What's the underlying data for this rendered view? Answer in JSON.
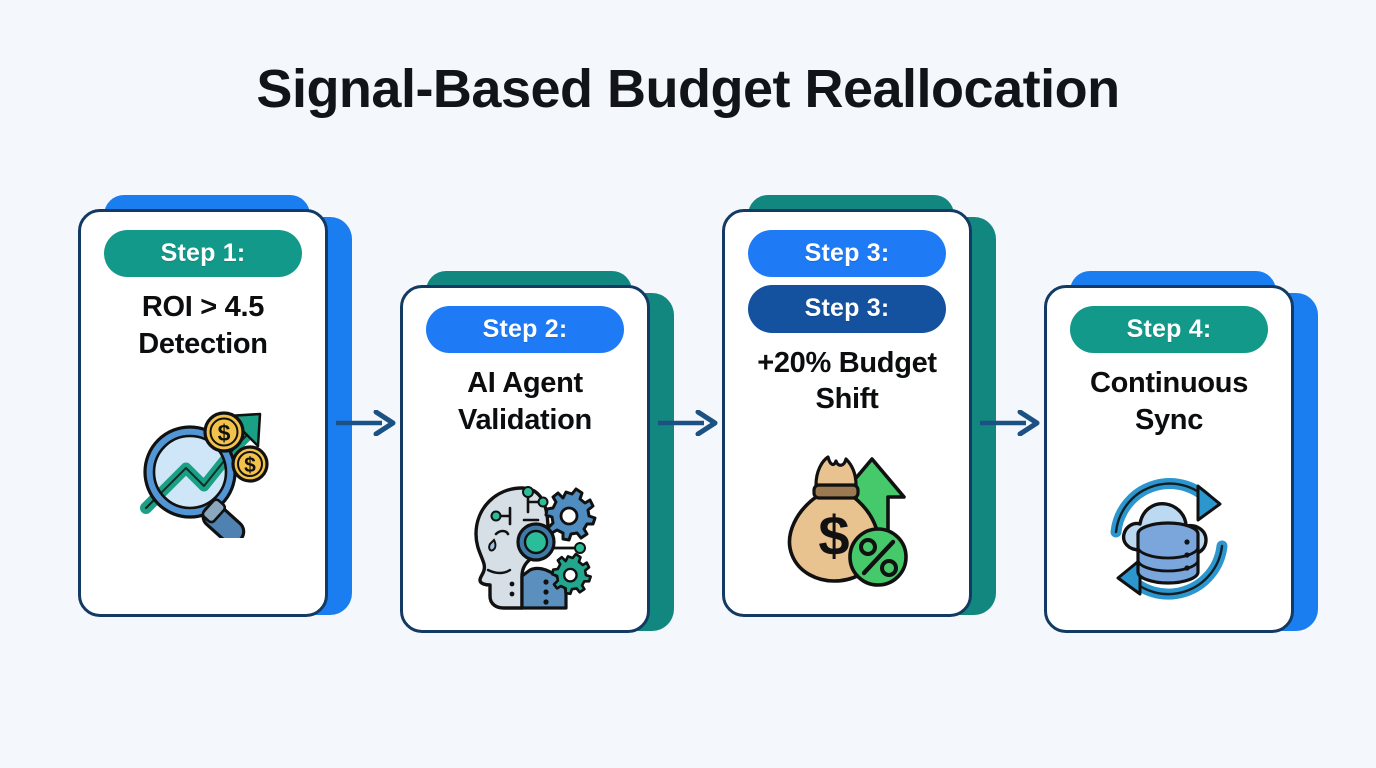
{
  "page": {
    "title": "Signal-Based Budget Reallocation",
    "background_color": "#f4f7fb"
  },
  "colors": {
    "teal": "#13998a",
    "blue_bright": "#1e7bf5",
    "blue_navy": "#14529f",
    "card_border": "#123a63",
    "arrow": "#1b5283",
    "title_text": "#111418",
    "badge_text": "#ffffff"
  },
  "steps": [
    {
      "badges": [
        {
          "label": "Step 1:",
          "color": "#13998a",
          "name": "step-1-badge"
        }
      ],
      "title": "ROI > 4.5 Detection",
      "icon": "magnifier-growth-chart-coins-icon",
      "shadow_color": "#1a7ef0"
    },
    {
      "badges": [
        {
          "label": "Step 2:",
          "color": "#1e7bf5",
          "name": "step-2-badge"
        }
      ],
      "title": "AI Agent Validation",
      "icon": "ai-head-gears-icon",
      "shadow_color": "#12877f"
    },
    {
      "badges": [
        {
          "label": "Step 3:",
          "color": "#1e7bf5",
          "name": "step-3-badge-primary"
        },
        {
          "label": "Step 3:",
          "color": "#14529f",
          "name": "step-3-badge-secondary"
        }
      ],
      "title": "+20% Budget Shift",
      "icon": "money-bag-up-arrow-percent-icon",
      "shadow_color": "#12877f"
    },
    {
      "badges": [
        {
          "label": "Step 4:",
          "color": "#13998a",
          "name": "step-4-badge"
        }
      ],
      "title": "Continuous Sync",
      "icon": "cloud-database-sync-icon",
      "shadow_color": "#1a7ef0"
    }
  ],
  "connectors": [
    {
      "name": "arrow-step1-to-step2"
    },
    {
      "name": "arrow-step2-to-step3"
    },
    {
      "name": "arrow-step3-to-step4"
    }
  ]
}
